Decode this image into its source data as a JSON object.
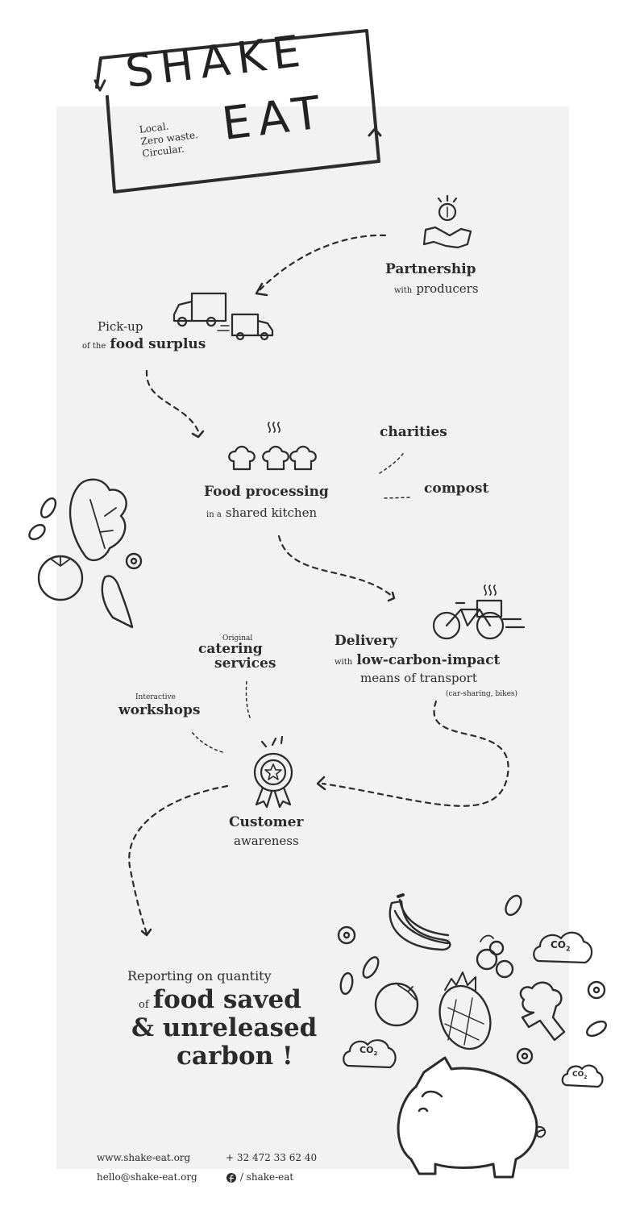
{
  "logo": {
    "line1": "SHAKE",
    "line2": "EAT",
    "tagline1": "Local.",
    "tagline2": "Zero waste.",
    "tagline3": "Circular."
  },
  "steps": {
    "partnership": {
      "title": "Partnership",
      "sub_small": "with",
      "sub": "producers"
    },
    "pickup": {
      "title": "Pick-up",
      "sub_small": "of the",
      "sub": "food surplus"
    },
    "charities": "charities",
    "compost": "compost",
    "processing": {
      "title": "Food processing",
      "sub_small": "in a",
      "sub": "shared kitchen"
    },
    "delivery": {
      "title": "Delivery",
      "sub_small": "with",
      "sub": "low-carbon-impact",
      "line3": "means of transport",
      "note": "(car-sharing, bikes)"
    },
    "catering": {
      "small": "Original",
      "line1": "catering",
      "line2": "services"
    },
    "workshops": {
      "small": "Interactive",
      "line1": "workshops"
    },
    "awareness": {
      "title": "Customer",
      "sub": "awareness"
    },
    "reporting": {
      "line1": "Reporting on quantity",
      "small": "of",
      "line2": "food saved",
      "line3": "& unreleased",
      "line4": "carbon !"
    }
  },
  "co2": {
    "label": "CO",
    "sub": "2"
  },
  "footer": {
    "website": "www.shake-eat.org",
    "phone": "+ 32 472 33 62 40",
    "email": "hello@shake-eat.org",
    "facebook": "/ shake-eat"
  }
}
